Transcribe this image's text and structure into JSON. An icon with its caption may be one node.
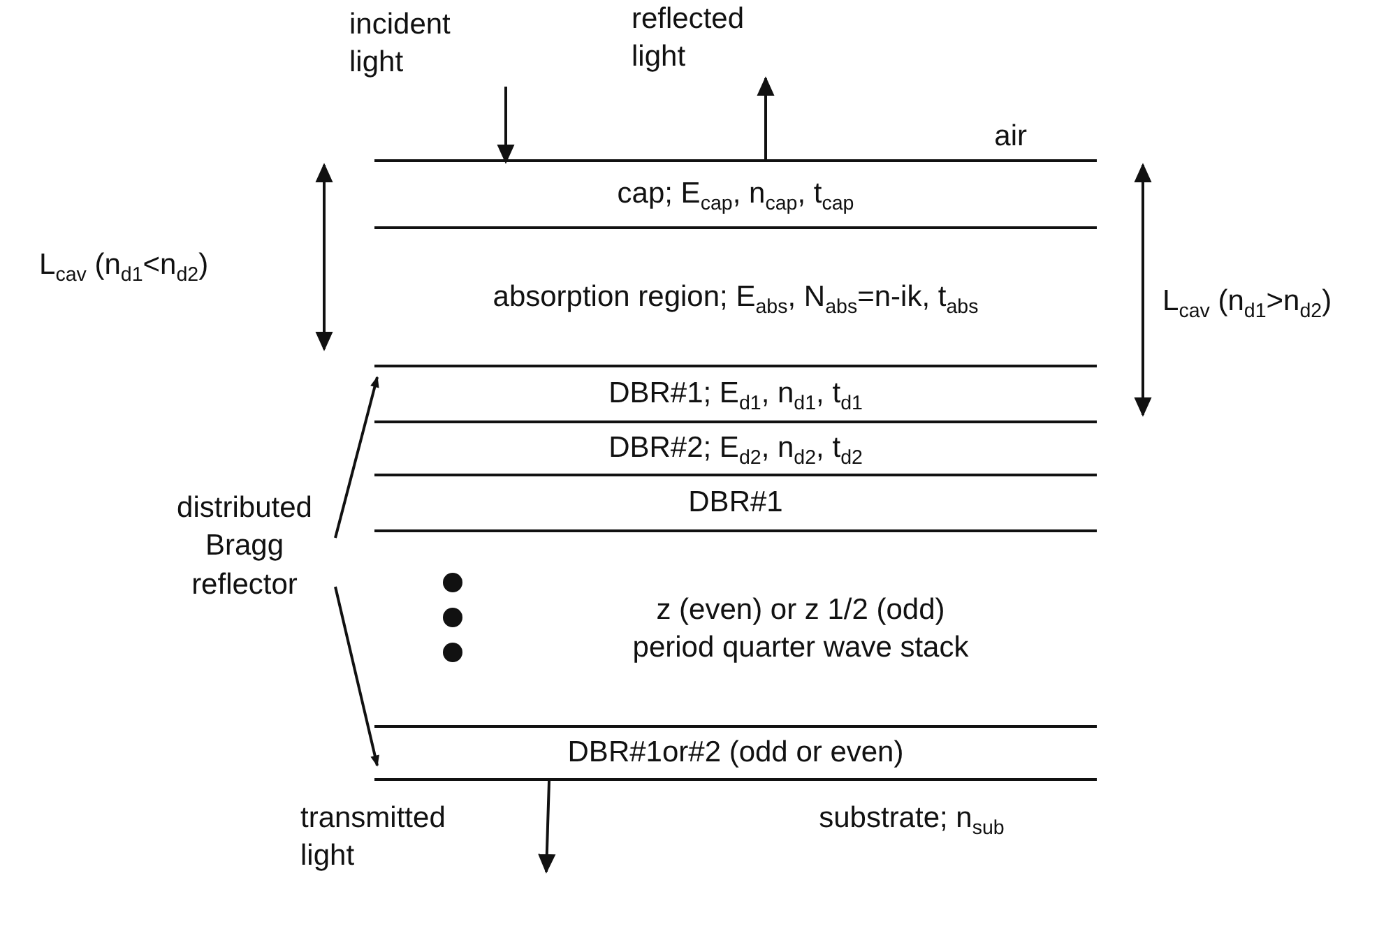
{
  "diagram": {
    "nodes": [
      {
        "text": [
          "air"
        ]
      },
      {
        "text": [
          "cap; E$_{cap}$, n$_{cap}$, t$_{cap}$"
        ]
      },
      {
        "text": [
          "absorption region; E$_{abs}$, N$_{abs}$=n-ik, t$_{abs}$"
        ]
      },
      {
        "text": [
          "DBR#1; E$_{d1}$, n$_{d1}$, t$_{d1}$"
        ]
      },
      {
        "text": [
          "DBR#2; E$_{d2}$, n$_{d2}$, t$_{d2}$"
        ]
      },
      {
        "text": [
          "DBR#1"
        ]
      },
      {
        "text": [
          "z (even) or z 1/2 (odd) period quarter wave stack"
        ]
      },
      {
        "text": [
          "DBR#1or#2 (odd or even)"
        ]
      },
      {
        "text": [
          "substrate; n$_{sub}$"
        ]
      },
      {
        "text": [
          "incident light"
        ]
      },
      {
        "text": [
          "reflected light"
        ]
      },
      {
        "text": [
          "transmitted light"
        ]
      },
      {
        "text": [
          "distributed Bragg reflector"
        ]
      }
    ],
    "edges": [
      {
        "from": 9,
        "to": 1,
        "arrow": "to"
      },
      {
        "from": 1,
        "to": 10,
        "arrow": "to"
      },
      {
        "from": 7,
        "to": 11,
        "arrow": "to"
      },
      {
        "from": 12,
        "to": 3,
        "arrow": "to"
      },
      {
        "from": 12,
        "to": 7,
        "arrow": "to"
      }
    ],
    "labels": [
      "L$_{cav}$ (n$_{d1}$<n$_{d2}$)",
      "L$_{cav}$ (n$_{d1}$>n$_{d2}$)"
    ]
  }
}
